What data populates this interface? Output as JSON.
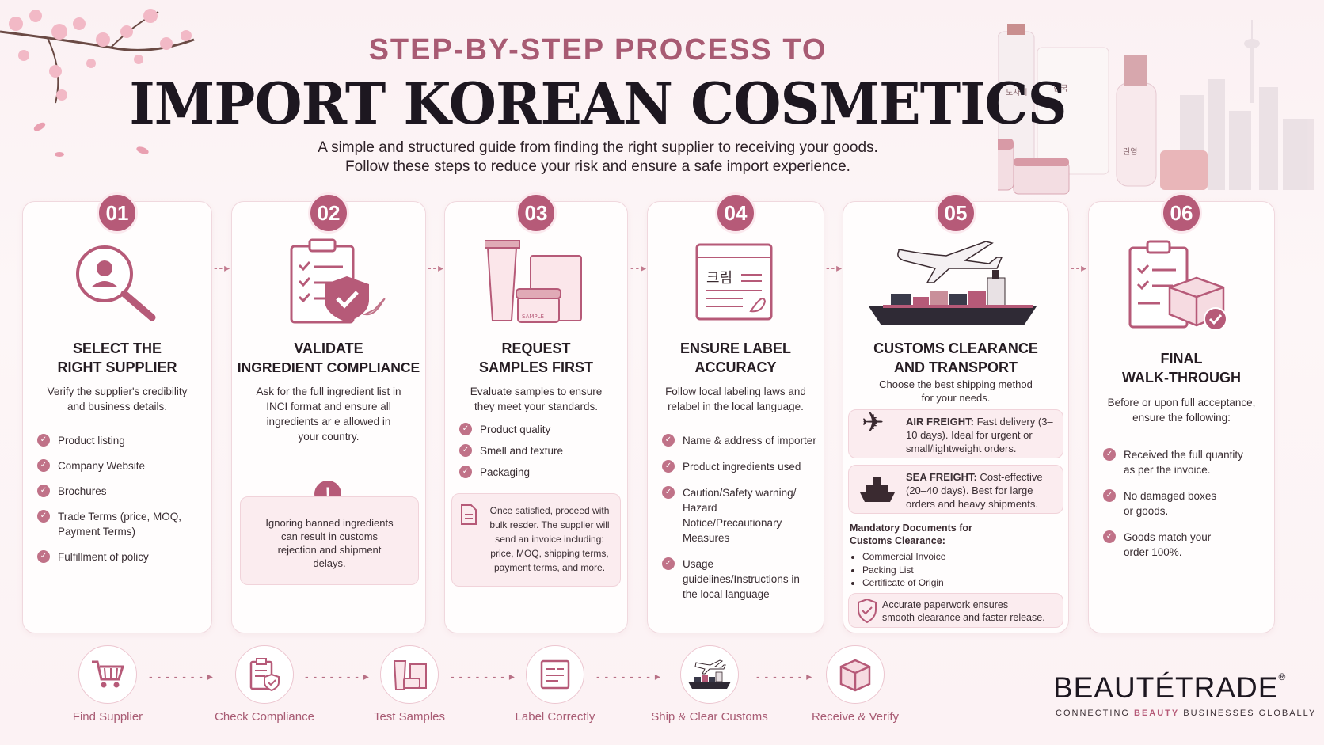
{
  "header": {
    "kicker": "STEP-BY-STEP PROCESS TO",
    "title": "IMPORT KOREAN COSMETICS",
    "subtitle_line1": "A simple and structured guide from finding the right supplier to receiving your goods.",
    "subtitle_line2": "Follow these steps to reduce your risk and ensure a safe import experience."
  },
  "colors": {
    "accent": "#b65a78",
    "accent_light": "#fbecef",
    "text_dark": "#1d1720"
  },
  "steps": [
    {
      "number": "01",
      "title_line1": "SELECT THE",
      "title_line2": "RIGHT SUPPLIER",
      "desc": [
        "Verify the supplier's credibility",
        "and business details."
      ],
      "items": [
        "Product listing",
        "Company Website",
        "Brochures",
        "Trade Terms (price, MOQ, Payment Terms)",
        "Fulfillment of policy"
      ],
      "icon": "magnifier-person-icon"
    },
    {
      "number": "02",
      "title_line1": "VALIDATE",
      "title_line2": "INGREDIENT COMPLIANCE",
      "desc": [
        "Ask for the full ingredient list in",
        "INCI format and ensure all",
        "ingredients ar e allowed in",
        "your country."
      ],
      "warning": [
        "Ignoring banned ingredients",
        "can result in customs",
        "rejection and shipment",
        "delays."
      ],
      "icon": "clipboard-shield-icon"
    },
    {
      "number": "03",
      "title_line1": "REQUEST",
      "title_line2": "SAMPLES FIRST",
      "desc": [
        "Evaluate samples to ensure",
        "they meet your standards."
      ],
      "items": [
        "Product quality",
        "Smell and texture",
        "Packaging"
      ],
      "note": [
        "Once satisfied, proceed with",
        "bulk resder. The supplier will",
        "send an invoice including:",
        "price, MOQ, shipping terms,",
        "payment terms, and more."
      ],
      "icon": "samples-icon",
      "sample_tag": "SAMPLE"
    },
    {
      "number": "04",
      "title_line1": "ENSURE LABEL",
      "title_line2": "ACCURACY",
      "desc": [
        "Follow local labeling laws and",
        "relabel in the local language."
      ],
      "items": [
        "Name & address of importer",
        "Product ingredients used",
        "Caution/Safety warning/ Hazard Notice/Precautionary Measures",
        "Usage guidelines/Instructions in the local language"
      ],
      "icon": "label-icon",
      "label_text": "크림"
    },
    {
      "number": "05",
      "title_line1": "CUSTOMS CLEARANCE",
      "title_line2": "AND TRANSPORT",
      "desc": [
        "Choose the best shipping method",
        "for your needs."
      ],
      "air_title": "AIR FREIGHT:",
      "air_text": " Fast delivery (3–10 days). Ideal for urgent or small/lightweight orders.",
      "sea_title": "SEA FREIGHT:",
      "sea_text": " Cost-effective (20–40 days). Best for large orders and heavy shipments.",
      "docs_title": "Mandatory Documents for Customs Clearance:",
      "docs": [
        "Commercial Invoice",
        "Packing List",
        "Certificate of Origin"
      ],
      "footer_note": [
        "Accurate paperwork ensures",
        "smooth clearance and faster release."
      ],
      "icon": "ship-plane-icon"
    },
    {
      "number": "06",
      "title_line1": "FINAL",
      "title_line2": "WALK-THROUGH",
      "desc": [
        "Before or upon full acceptance,",
        "ensure the following:"
      ],
      "items": [
        "Received the full quantity as per the invoice.",
        "No damaged boxes or goods.",
        "Goods match your order 100%."
      ],
      "icon": "clipboard-box-icon"
    }
  ],
  "flow": [
    "Find Supplier",
    "Check Compliance",
    "Test Samples",
    "Label Correctly",
    "Ship & Clear Customs",
    "Receive & Verify"
  ],
  "brand": {
    "name": "BEAUTÉTRADE",
    "reg": "®",
    "tagline_pre": "CONNECTING ",
    "tagline_hl": "BEAUTY",
    "tagline_post": " BUSINESSES GLOBALLY"
  },
  "decor": {
    "jar_texts": [
      "도자기",
      "한국",
      "린영"
    ]
  }
}
